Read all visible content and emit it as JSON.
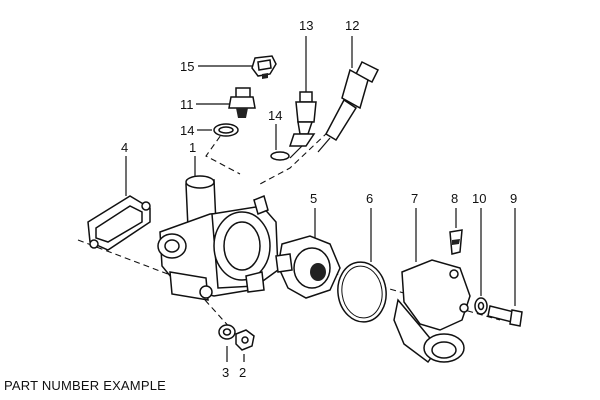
{
  "caption": "PART NUMBER EXAMPLE",
  "callouts": {
    "c1": "1",
    "c2": "2",
    "c3": "3",
    "c4": "4",
    "c5": "5",
    "c6": "6",
    "c7": "7",
    "c8": "8",
    "c9": "9",
    "c10": "10",
    "c11": "11",
    "c12": "12",
    "c13": "13",
    "c14a": "14",
    "c14b": "14",
    "c15": "15"
  }
}
